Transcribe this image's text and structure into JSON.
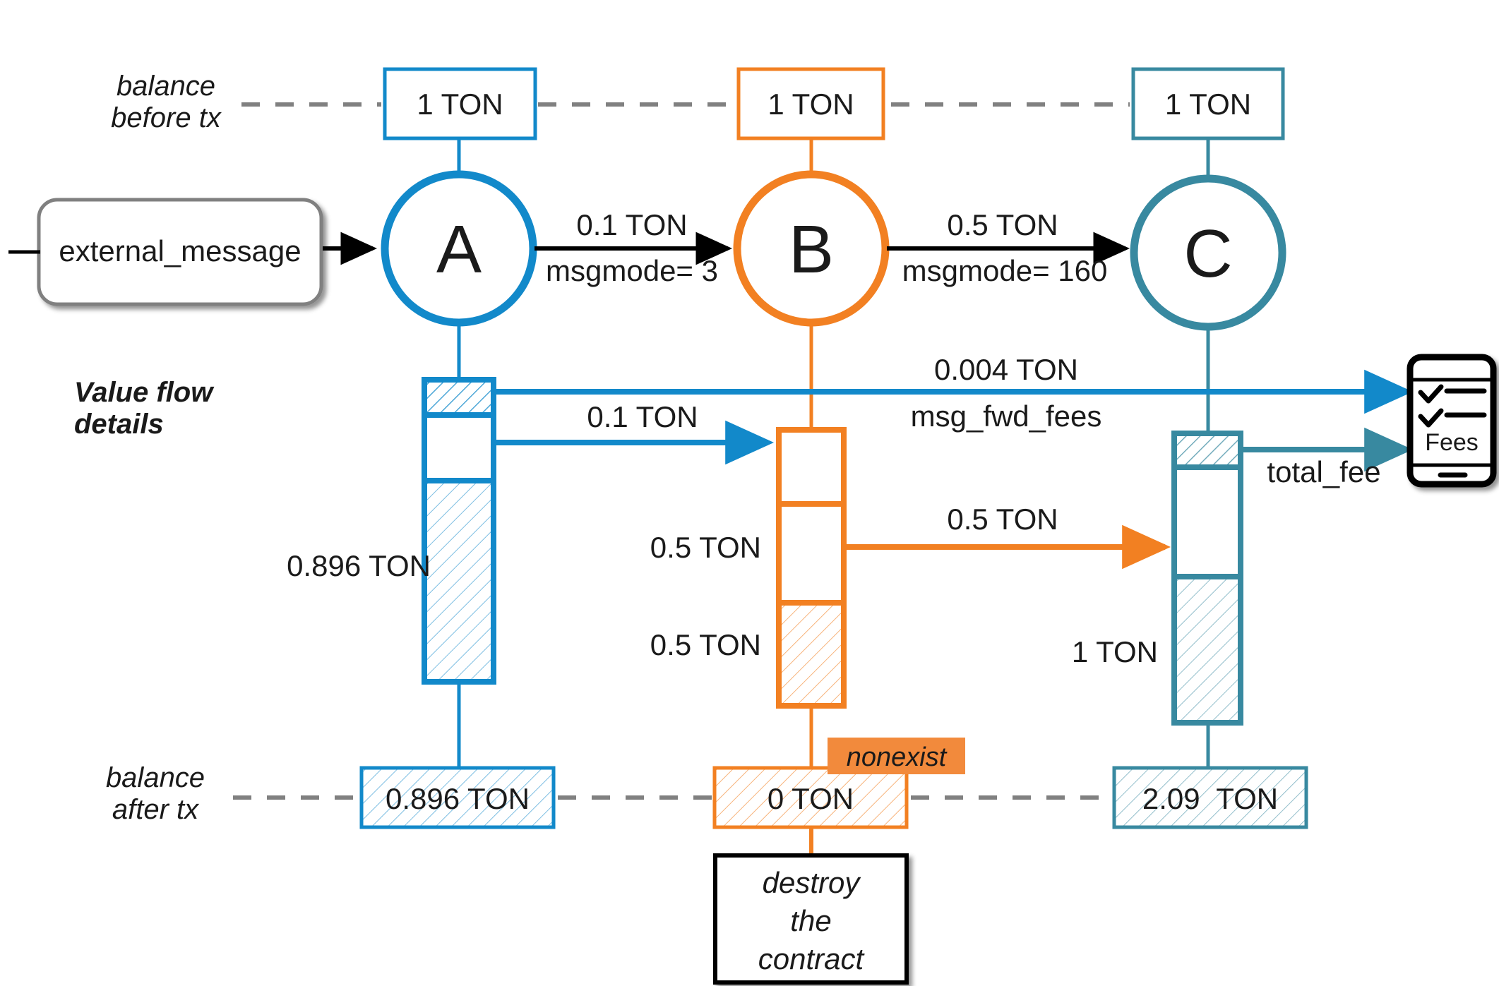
{
  "diagram": {
    "title": "TON transaction value flow",
    "row_labels": {
      "before": "balance\nbefore tx",
      "flow": "Value flow\ndetails",
      "after": "balance\nafter tx"
    },
    "colors": {
      "blue": "#1289ca",
      "orange": "#f28022",
      "teal": "#3889a0",
      "black": "#1a1a1a",
      "gray_dash": "#808080",
      "nonexist_bg": "#f28a3c"
    },
    "external_message": {
      "label": "external_message"
    },
    "nodes": [
      {
        "id": "A",
        "label": "A",
        "color_key": "blue",
        "balance_before": "1 TON",
        "balance_after": "0.896 TON"
      },
      {
        "id": "B",
        "label": "B",
        "color_key": "orange",
        "balance_before": "1 TON",
        "balance_after": "0 TON"
      },
      {
        "id": "C",
        "label": "C",
        "color_key": "teal",
        "balance_before": "1 TON",
        "balance_after": "2.09  TON"
      }
    ],
    "messages": [
      {
        "from": "A",
        "to": "B",
        "amount": "0.1 TON",
        "mode": "msgmode= 3"
      },
      {
        "from": "B",
        "to": "C",
        "amount": "0.5 TON",
        "mode": "msgmode= 160"
      }
    ],
    "flows": [
      {
        "name": "a-to-b",
        "amount": "0.1 TON",
        "color_key": "blue"
      },
      {
        "name": "b-to-c",
        "amount": "0.5 TON",
        "color_key": "orange"
      },
      {
        "name": "fwd-fees",
        "amount": "0.004 TON",
        "sub": "msg_fwd_fees",
        "color_key": "blue"
      },
      {
        "name": "total-fee",
        "amount": "total_fee",
        "color_key": "teal"
      }
    ],
    "bar_labels": {
      "a_remaining": "0.896 TON",
      "b_sent": "0.5 TON",
      "b_remaining": "0.5 TON",
      "c_remaining": "1 TON"
    },
    "badges": {
      "nonexist": "nonexist"
    },
    "notes": {
      "destroy": "destroy\nthe\ncontract"
    },
    "fees_icon": {
      "label": "Fees"
    }
  }
}
